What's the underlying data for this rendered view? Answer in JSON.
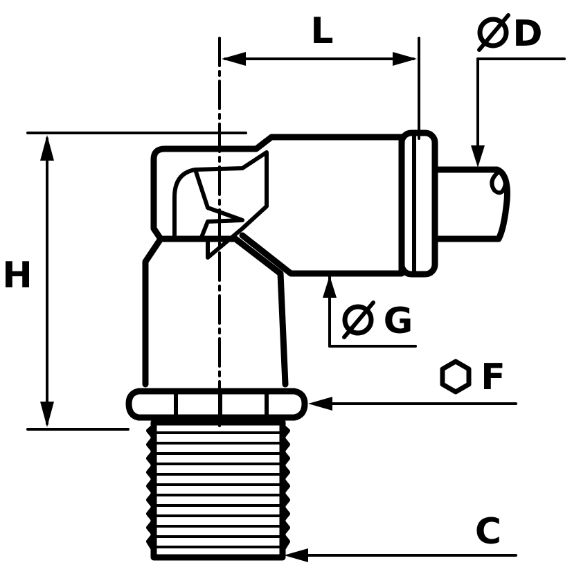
{
  "labels": {
    "L": "L",
    "D": "ØD",
    "H": "H",
    "G": "ØG",
    "F": "F",
    "C": "C"
  },
  "icons": {
    "diameter": "diameter-symbol",
    "hexagon": "hexagon-symbol"
  },
  "colors": {
    "ink": "#000000",
    "paper": "#ffffff"
  }
}
